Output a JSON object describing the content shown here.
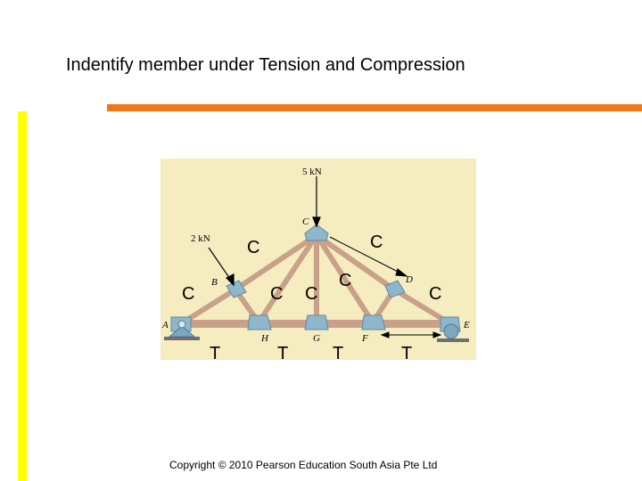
{
  "slide": {
    "title": "Indentify member under Tension and Compression",
    "copyright": "Copyright © 2010 Pearson Education South Asia Pte Ltd"
  },
  "colors": {
    "accent_orange": "#f07814",
    "accent_yellow": "#ffff00",
    "figure_background": "#f5ecc0",
    "member": "#c9a089",
    "gusset": "#8fb7cc"
  },
  "figure": {
    "loads": {
      "top": "5 kN",
      "side": "2 kN"
    },
    "nodes": {
      "A": "A",
      "B": "B",
      "C": "C",
      "D": "D",
      "E": "E",
      "F": "F",
      "G": "G",
      "H": "H"
    }
  },
  "member_labels": [
    {
      "id": "AB",
      "text": "C"
    },
    {
      "id": "BC",
      "text": "C"
    },
    {
      "id": "CD",
      "text": "C"
    },
    {
      "id": "DE",
      "text": "C"
    },
    {
      "id": "BH",
      "text": "C"
    },
    {
      "id": "CG",
      "text": "C"
    },
    {
      "id": "CF",
      "text": "C"
    },
    {
      "id": "AH",
      "text": "T"
    },
    {
      "id": "HG",
      "text": "T"
    },
    {
      "id": "GF",
      "text": "T"
    },
    {
      "id": "FE",
      "text": "T"
    }
  ]
}
